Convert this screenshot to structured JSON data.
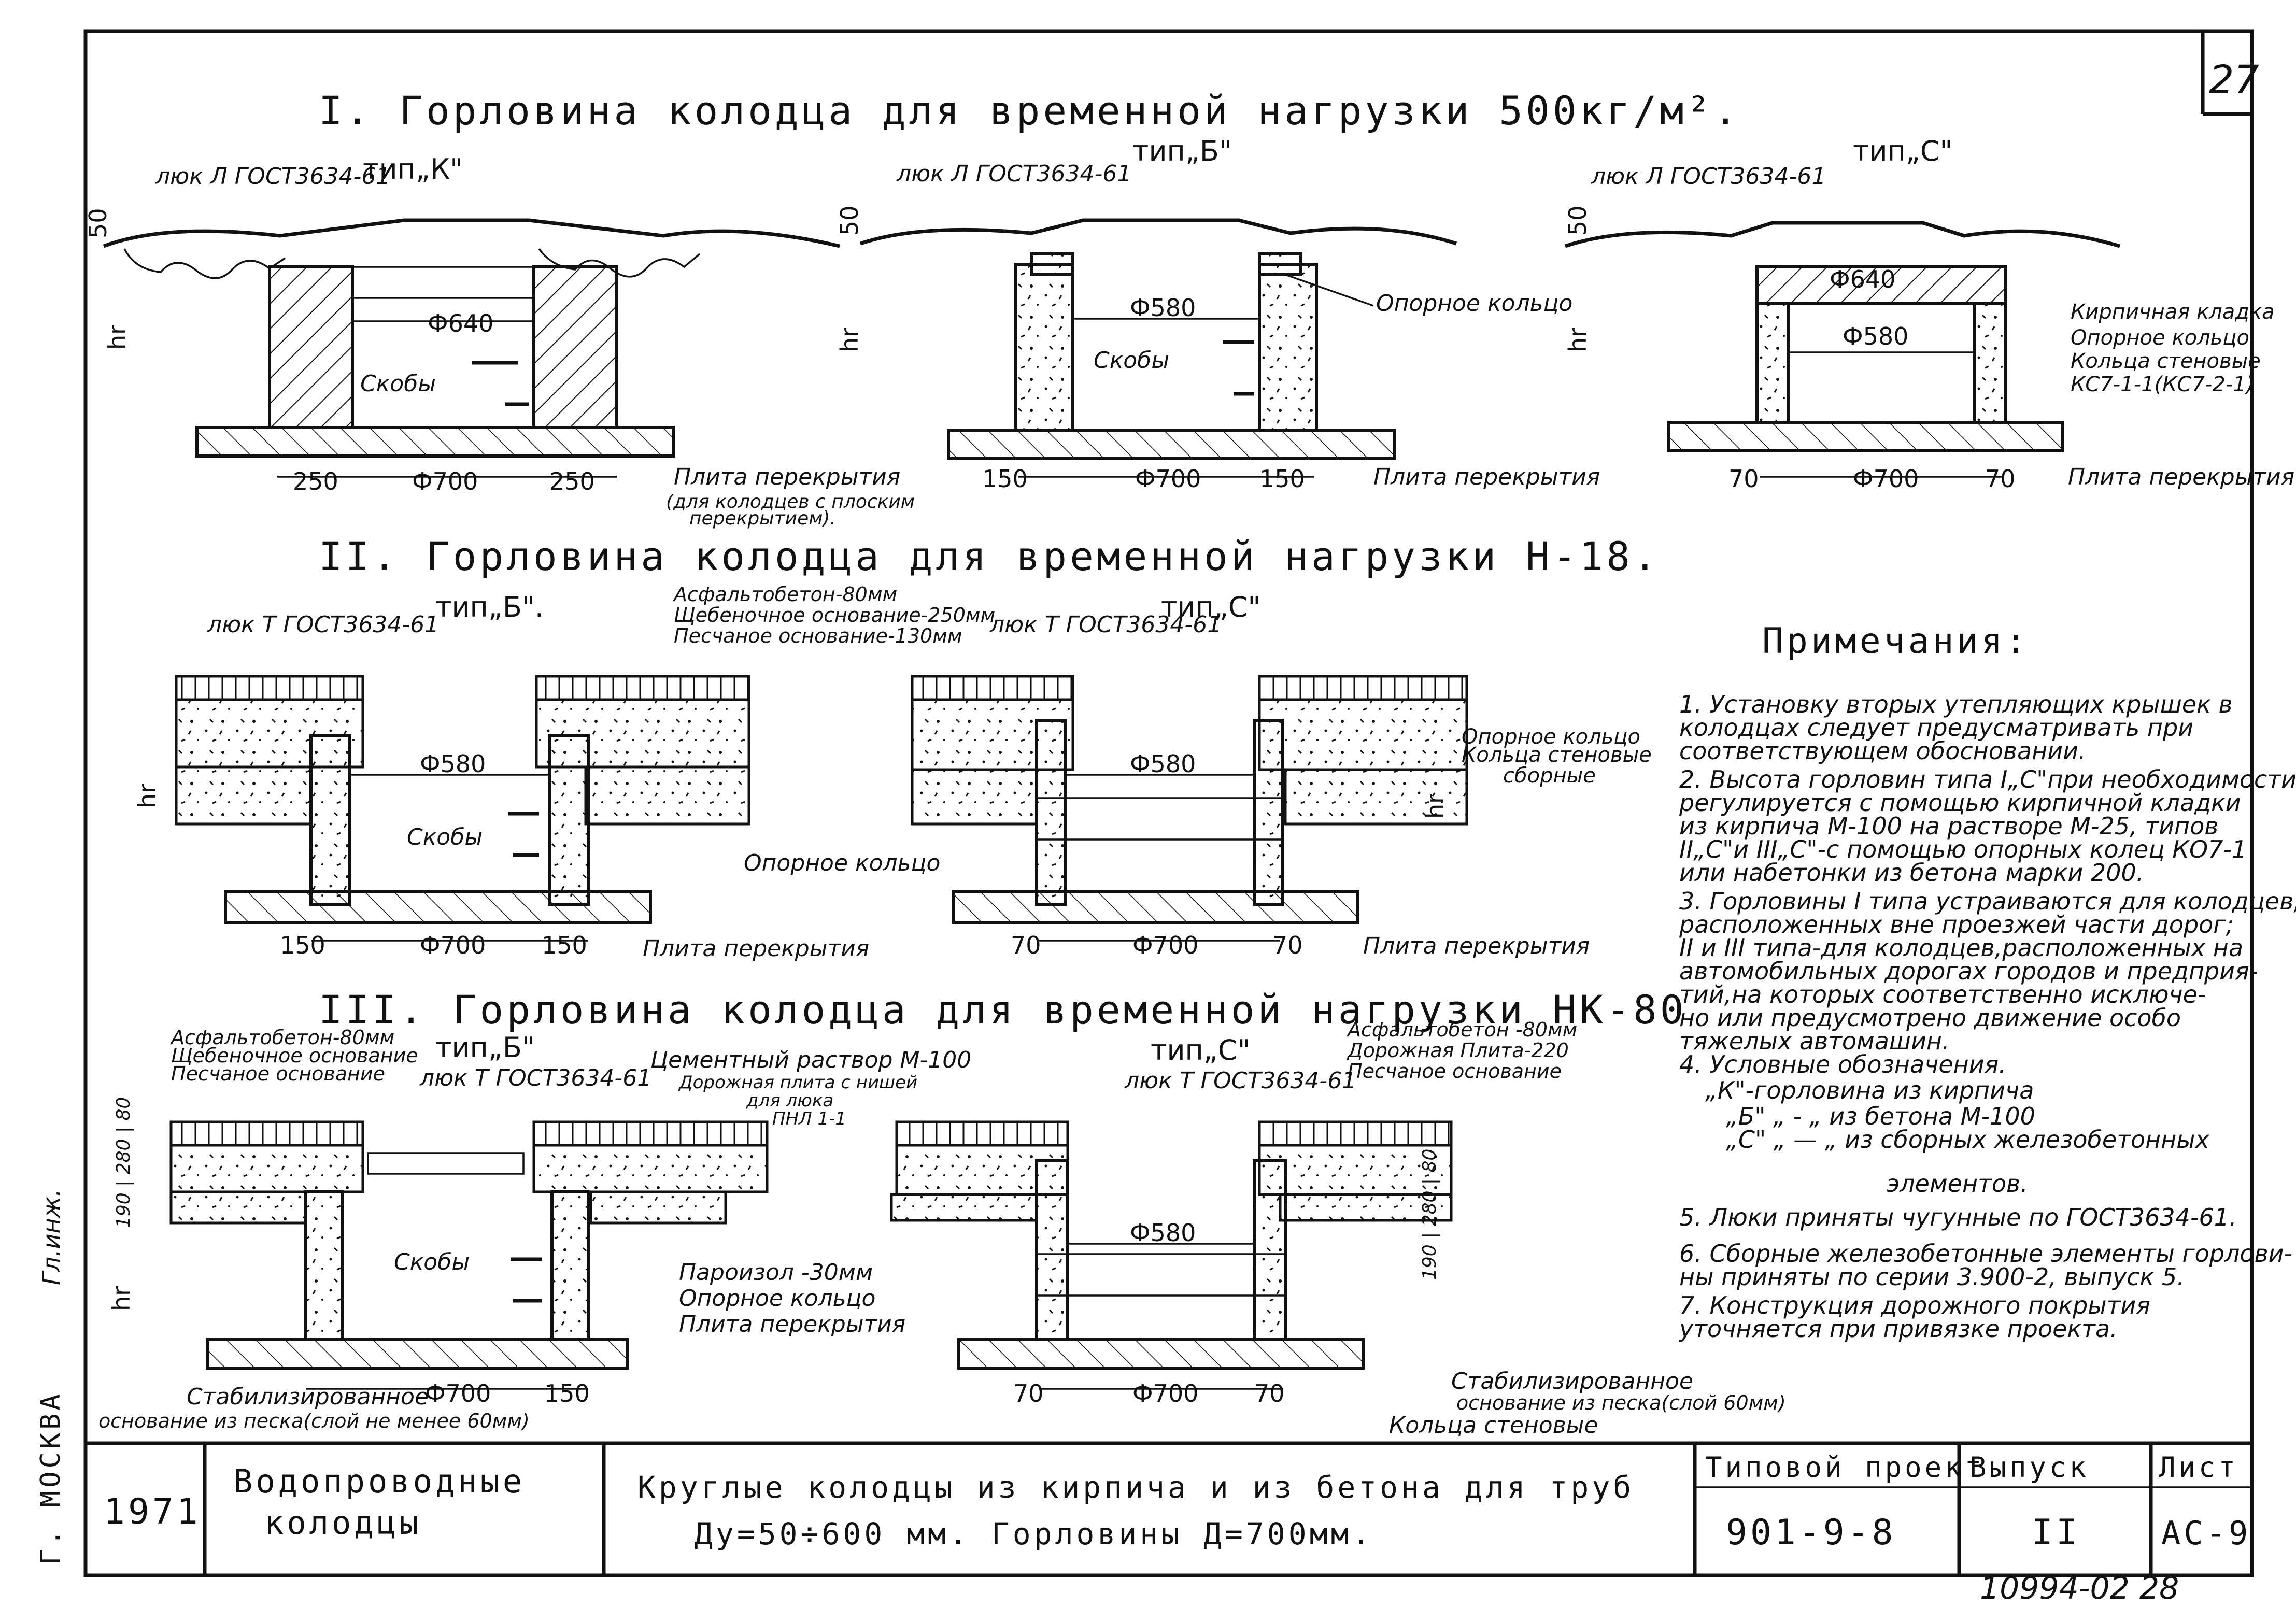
{
  "sheet": {
    "page": "27"
  },
  "side": {
    "city": "Г. МОСКВА",
    "engineer": "Гл.инж."
  },
  "sections": {
    "s1": {
      "title": "I. Горловина колодца для временной нагрузки 500кг/м².",
      "k": {
        "type": "тип„К\"",
        "hatch": "люк Л ГОСТ3634-61",
        "inner": "Ф640",
        "brackets": "Скобы",
        "hr": "hr",
        "h50": "50",
        "wl": "250",
        "d": "Ф700",
        "wr": "250",
        "slab": "Плита перекрытия",
        "slab_note1": "(для колодцев с плоским",
        "slab_note2": "перекрытием)."
      },
      "b": {
        "type": "тип„Б\"",
        "hatch": "люк Л ГОСТ3634-61",
        "inner": "Ф580",
        "brackets": "Скобы",
        "hr": "hr",
        "h50": "50",
        "ring": "Опорное кольцо",
        "wl": "150",
        "d": "Ф700",
        "wr": "150",
        "slab": "Плита перекрытия"
      },
      "c": {
        "type": "тип„С\"",
        "hatch": "люк Л ГОСТ3634-61",
        "top": "Ф640",
        "inner": "Ф580",
        "hr": "hr",
        "h50": "50",
        "l1": "Кирпичная кладка",
        "l2": "Опорное кольцо",
        "l3": "Кольца стеновые",
        "l4": "КС7-1-1(КС7-2-1)",
        "wl": "70",
        "d": "Ф700",
        "wr": "70",
        "slab": "Плита перекрытия"
      }
    },
    "s2": {
      "title": "II. Горловина колодца для временной нагрузки Н-18.",
      "b": {
        "type": "тип„Б\".",
        "hatch": "люк Т ГОСТ3634-61",
        "layer1": "Асфальтобетон-80мм",
        "layer2": "Щебеночное основание-250мм",
        "layer3": "Песчаное основание-130мм",
        "inner": "Ф580",
        "brackets": "Скобы",
        "hr": "hr",
        "ring": "Опорное кольцо",
        "wl": "150",
        "d": "Ф700",
        "wr": "150",
        "slab": "Плита перекрытия"
      },
      "c": {
        "type": "тип„С\"",
        "hatch": "люк Т ГОСТ3634-61",
        "inner": "Ф580",
        "hr": "hr",
        "l1": "Опорное кольцо",
        "l2": "Кольца стеновые",
        "l3": "сборные",
        "wl": "70",
        "d": "Ф700",
        "wr": "70",
        "slab": "Плита перекрытия"
      }
    },
    "s3": {
      "title": "III. Горловина колодца для временной нагрузки НК-80",
      "b": {
        "layer1": "Асфальтобетон-80мм",
        "layer2": "Щебеночное основание",
        "layer3": "Песчаное основание",
        "type": "тип„Б\"",
        "hatch": "люк Т ГОСТ3634-61",
        "cement": "Цементный раствор М-100",
        "road1": "Дорожная плита с нишей",
        "road2": "для люка",
        "road3": "ПНЛ 1-1",
        "brackets": "Скобы",
        "hr": "hr",
        "dims": "190 | 280 | 80",
        "paroizol": "Пароизол -30мм",
        "ring": "Опорное кольцо",
        "slab": "Плита перекрытия",
        "d": "Ф700",
        "wr": "150",
        "stab1": "Стабилизированное",
        "stab2": "основание из песка(слой не менее 60мм)"
      },
      "c": {
        "layer1": "Асфальтобетон -80мм",
        "layer2": "Дорожная Плита-220",
        "layer3": "Песчаное основание",
        "type": "тип„С\"",
        "hatch": "люк Т ГОСТ3634-61",
        "inner": "Ф580",
        "dims": "190 | 280 | 80",
        "wl": "70",
        "d": "Ф700",
        "wr": "70",
        "stab1": "Стабилизированное",
        "stab2": "основание из песка(слой 60мм)",
        "rings": "Кольца стеновые"
      }
    }
  },
  "notes": {
    "title": "Примечания:",
    "lines": [
      "1. Установку вторых утепляющих крышек в",
      "колодцах следует предусматривать при",
      "соответствующем обосновании.",
      "2. Высота горловин типа I„С\"при необходимости",
      "регулируется с помощью кирпичной кладки",
      "из кирпича М-100 на растворе М-25, типов",
      "II„С\"и III„С\"-с помощью опорных колец КО7-1",
      "или набетонки из бетона марки 200.",
      "3. Горловины I типа устраиваются для колодцев,",
      "расположенных вне проезжей части дорог;",
      "II и III типа-для колодцев,расположенных на",
      "автомобильных дорогах городов и предприя-",
      "тий,на которых соответственно исключе-",
      "но или предусмотрено движение особо",
      "тяжелых автомашин.",
      "4. Условные обозначения.",
      "„К\"-горловина из кирпича",
      "„Б\" „ - „ из бетона М-100",
      "„С\" „ — „ из сборных железобетонных",
      "",
      "элементов.",
      "5. Люки приняты чугунные по ГОСТ3634-61.",
      "6. Сборные железобетонные элементы горлови-",
      "ны приняты по серии 3.900-2, выпуск 5.",
      "7. Конструкция дорожного покрытия",
      "уточняется при привязке проекта."
    ]
  },
  "title_block": {
    "year": "1971",
    "subject1": "Водопроводные",
    "subject2": "колодцы",
    "title1": "Круглые колодцы из кирпича и из бетона для труб",
    "title2": "Ду=50÷600 мм. Горловины Д=700мм.",
    "project_label": "Типовой проект",
    "project_number": "901-9-8",
    "issue_label": "Выпуск",
    "issue_value": "II",
    "sheet_label": "Лист",
    "sheet_value": "АС-9",
    "archive": "10994-02  28"
  }
}
